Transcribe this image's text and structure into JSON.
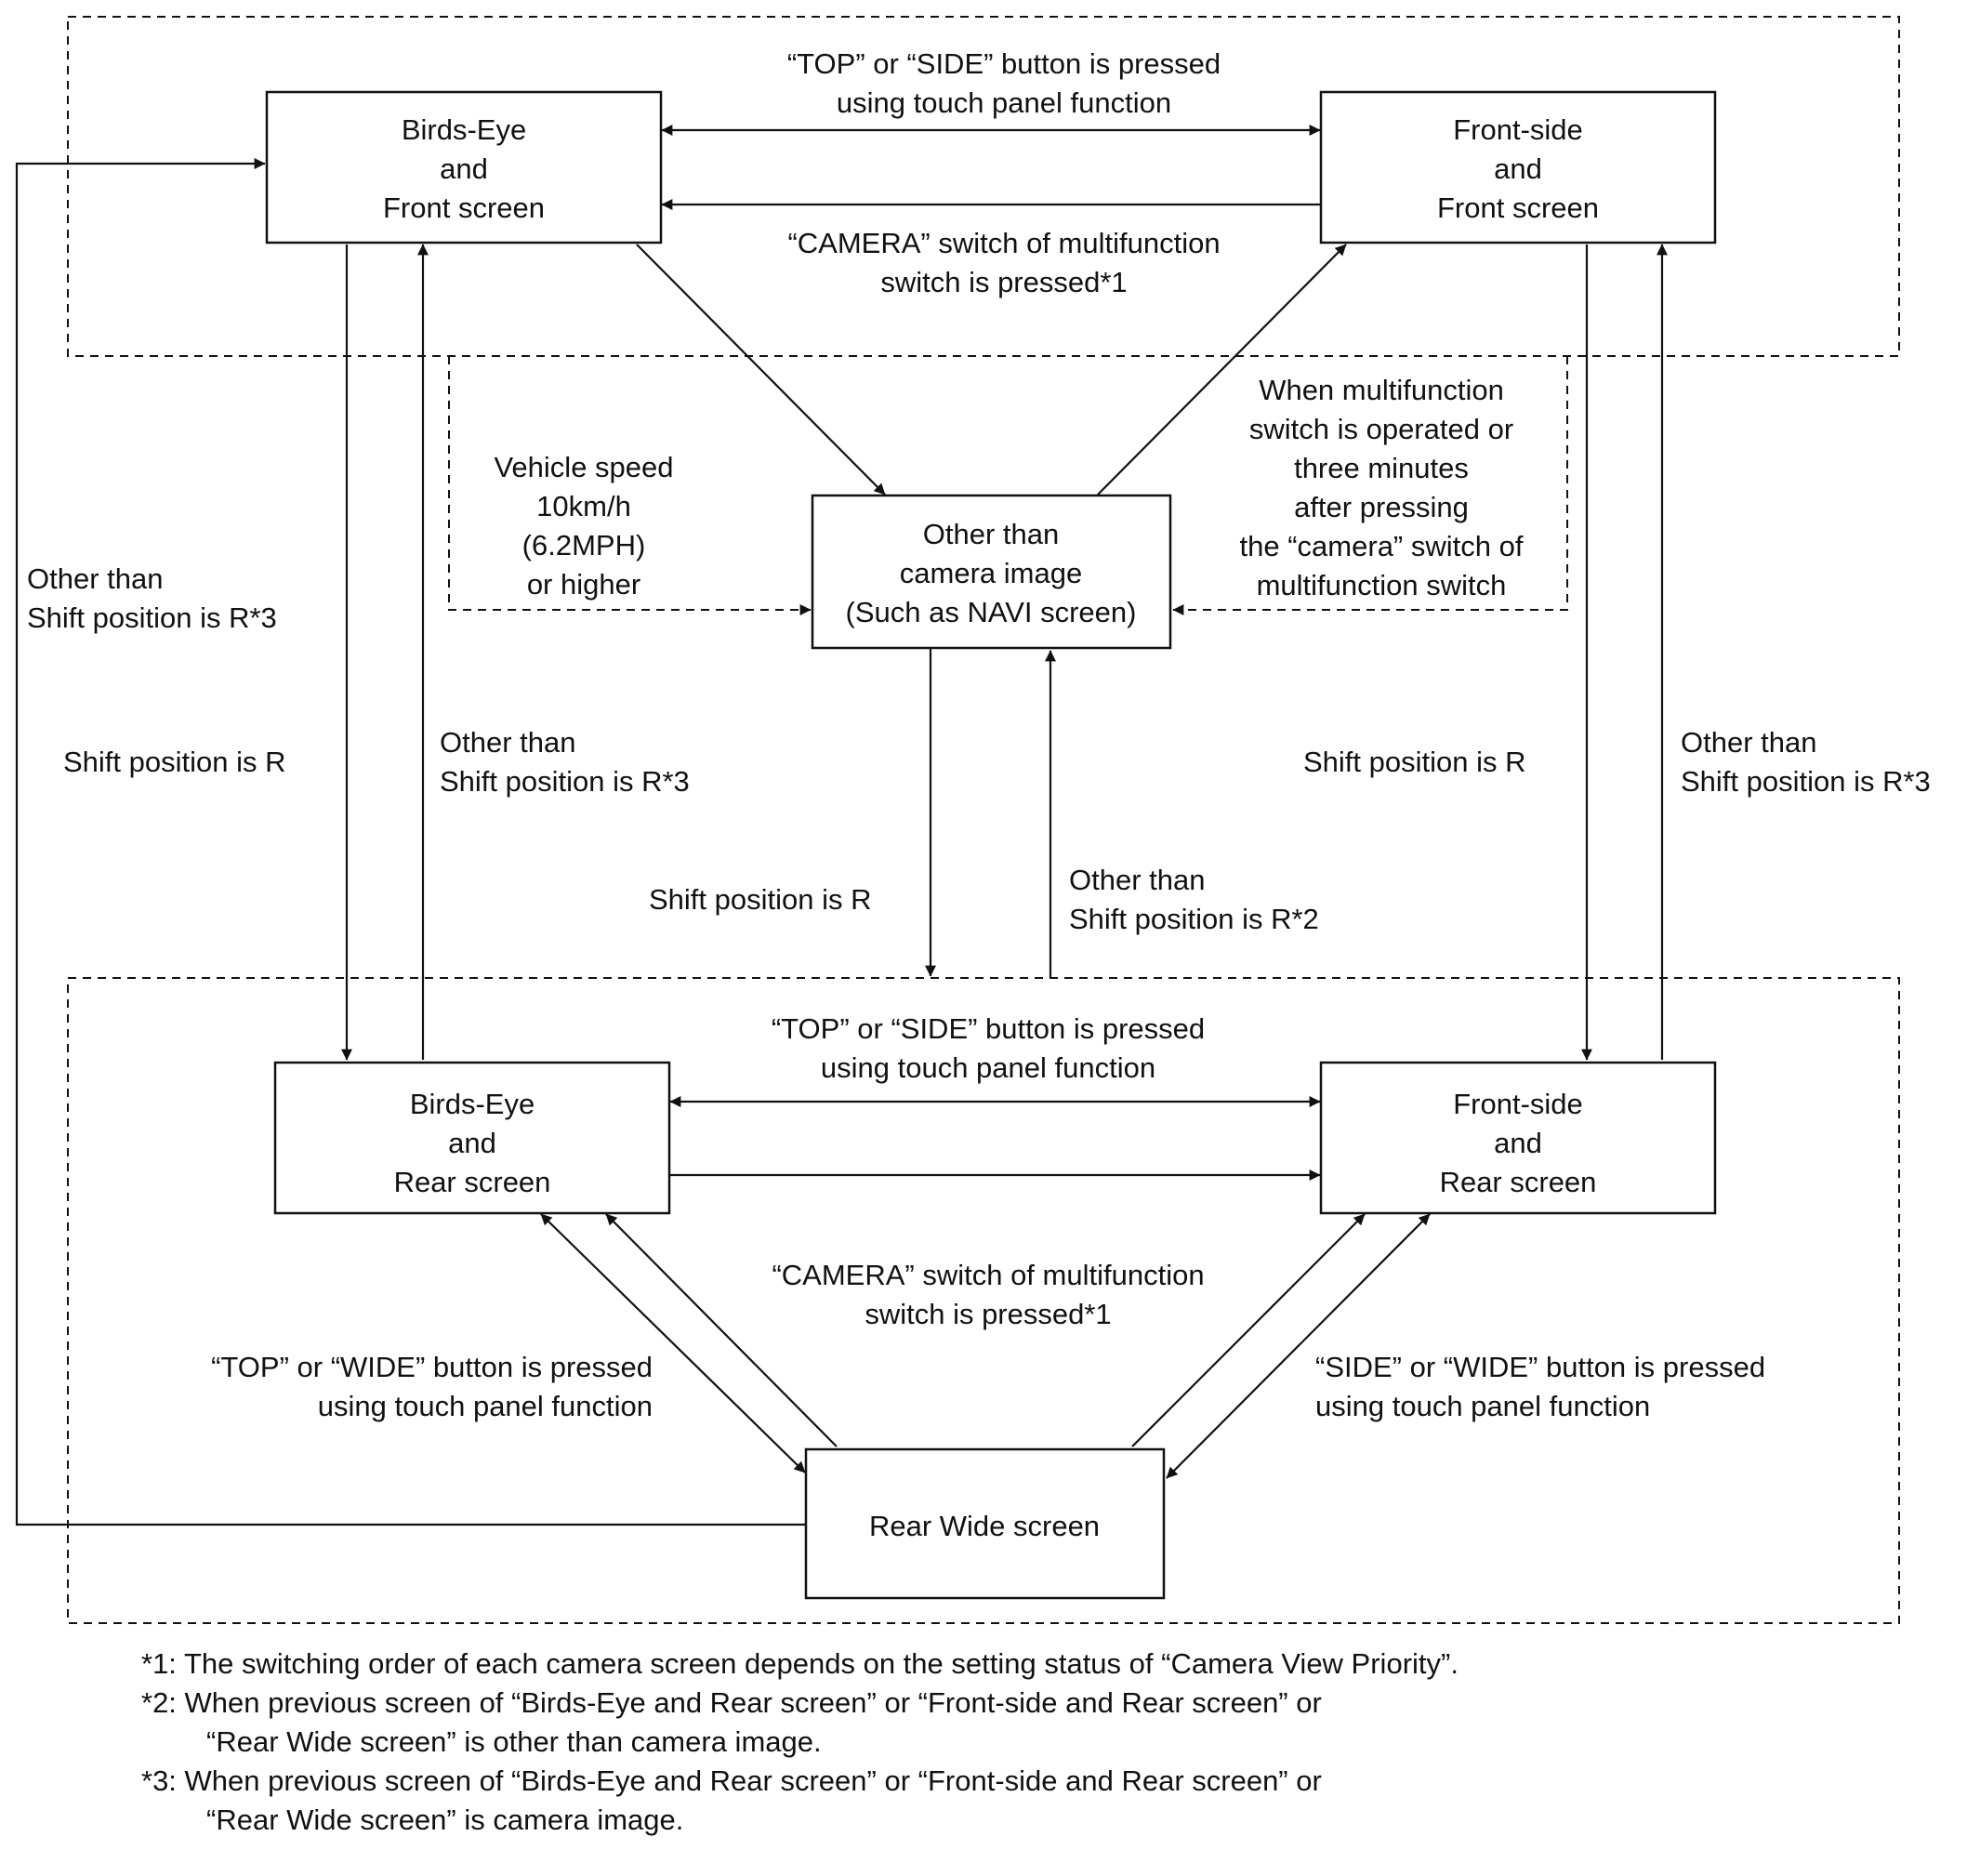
{
  "states": {
    "birds_eye_front": [
      "Birds-Eye",
      "and",
      "Front screen"
    ],
    "front_side_front": [
      "Front-side",
      "and",
      "Front screen"
    ],
    "other_than_camera": [
      "Other than",
      "camera image",
      "(Such as NAVI screen)"
    ],
    "birds_eye_rear": [
      "Birds-Eye",
      "and",
      "Rear screen"
    ],
    "front_side_rear": [
      "Front-side",
      "and",
      "Rear screen"
    ],
    "rear_wide": [
      "Rear Wide screen"
    ]
  },
  "transitions": {
    "top_side_touch_upper": [
      "“TOP” or “SIDE” button is pressed",
      "using touch panel function"
    ],
    "camera_switch_upper": [
      "“CAMERA” switch of multifunction",
      "switch is pressed*1"
    ],
    "vehicle_speed": [
      "Vehicle speed",
      "10km/h",
      "(6.2MPH)",
      "or higher"
    ],
    "multifunction_timeout": [
      "When multifunction",
      "switch is operated or",
      "three minutes",
      "after pressing",
      "the “camera” switch of",
      "multifunction switch"
    ],
    "left_outer_return": [
      "Other than",
      "Shift position is R*3"
    ],
    "left_shift_r": [
      "Shift position is R"
    ],
    "left_other_than": [
      "Other than",
      "Shift position is R*3"
    ],
    "center_shift_r": [
      "Shift position is R"
    ],
    "center_other_than": [
      "Other than",
      "Shift position is R*2"
    ],
    "right_shift_r": [
      "Shift position is R"
    ],
    "right_other_than": [
      "Other than",
      "Shift position is R*3"
    ],
    "top_side_touch_lower": [
      "“TOP” or “SIDE” button is pressed",
      "using touch panel function"
    ],
    "camera_switch_lower": [
      "“CAMERA” switch of multifunction",
      "switch is pressed*1"
    ],
    "top_wide_touch": [
      "“TOP” or “WIDE” button is pressed",
      "using touch panel function"
    ],
    "side_wide_touch": [
      "“SIDE” or “WIDE” button is pressed",
      "using touch panel function"
    ]
  },
  "footnotes": [
    "*1: The switching order of each camera screen depends on the setting status of “Camera View Priority”.",
    "*2: When previous screen of “Birds-Eye and Rear screen” or “Front-side and Rear screen” or",
    "“Rear Wide screen” is other than camera image.",
    "*3: When previous screen of “Birds-Eye and Rear screen” or “Front-side and Rear screen” or",
    "“Rear Wide screen” is camera image."
  ]
}
